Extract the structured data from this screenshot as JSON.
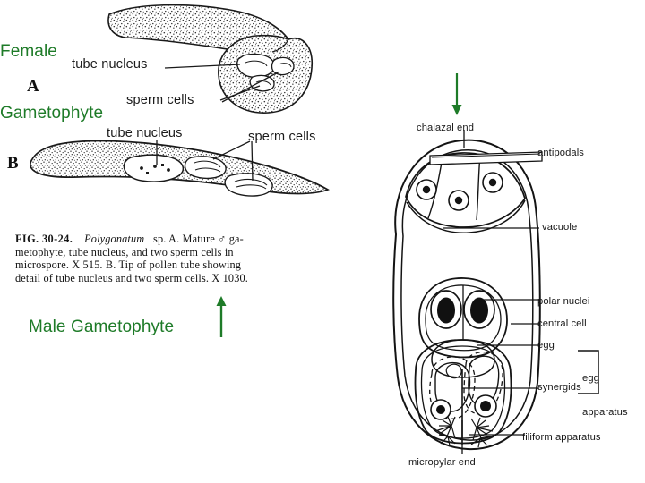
{
  "slide": {
    "background_color": "#ffffff",
    "annotation_color": "#1e7b28",
    "ink_color": "#141414"
  },
  "annotations": {
    "female": {
      "line1": "Female",
      "line2": "Gametophyte",
      "arrow": "down-arrow-icon"
    },
    "male": {
      "text": "Male Gametophyte",
      "arrow": "up-arrow-icon"
    }
  },
  "male_figure": {
    "letters": {
      "a": "A",
      "b": "B"
    },
    "labels": {
      "tube_nucleus_a": "tube nucleus",
      "sperm_cells_a": "sperm cells",
      "tube_nucleus_b": "tube nucleus",
      "sperm_cells_b": "sperm cells"
    },
    "caption": {
      "line1_bold": "FIG. 30-24.",
      "line1_italic": "Polygonatum",
      "line1_rest": "sp. A. Mature ♂ ga-",
      "line2": "metophyte, tube nucleus, and two sperm cells in",
      "line3": "microspore. X 515. B. Tip of pollen tube showing",
      "line4": "detail of tube nucleus and two sperm cells. X 1030."
    }
  },
  "female_figure": {
    "labels": {
      "chalazal_end": "chalazal end",
      "antipodals": "antipodals",
      "vacuole": "vacuole",
      "polar_nuclei": "polar nuclei",
      "central_cell": "central cell",
      "egg": "egg",
      "egg_apparatus_line1": "egg",
      "egg_apparatus_line2": "apparatus",
      "synergids": "synergids",
      "filiform_apparatus": "filiform apparatus",
      "micropylar_end": "micropylar end"
    }
  }
}
